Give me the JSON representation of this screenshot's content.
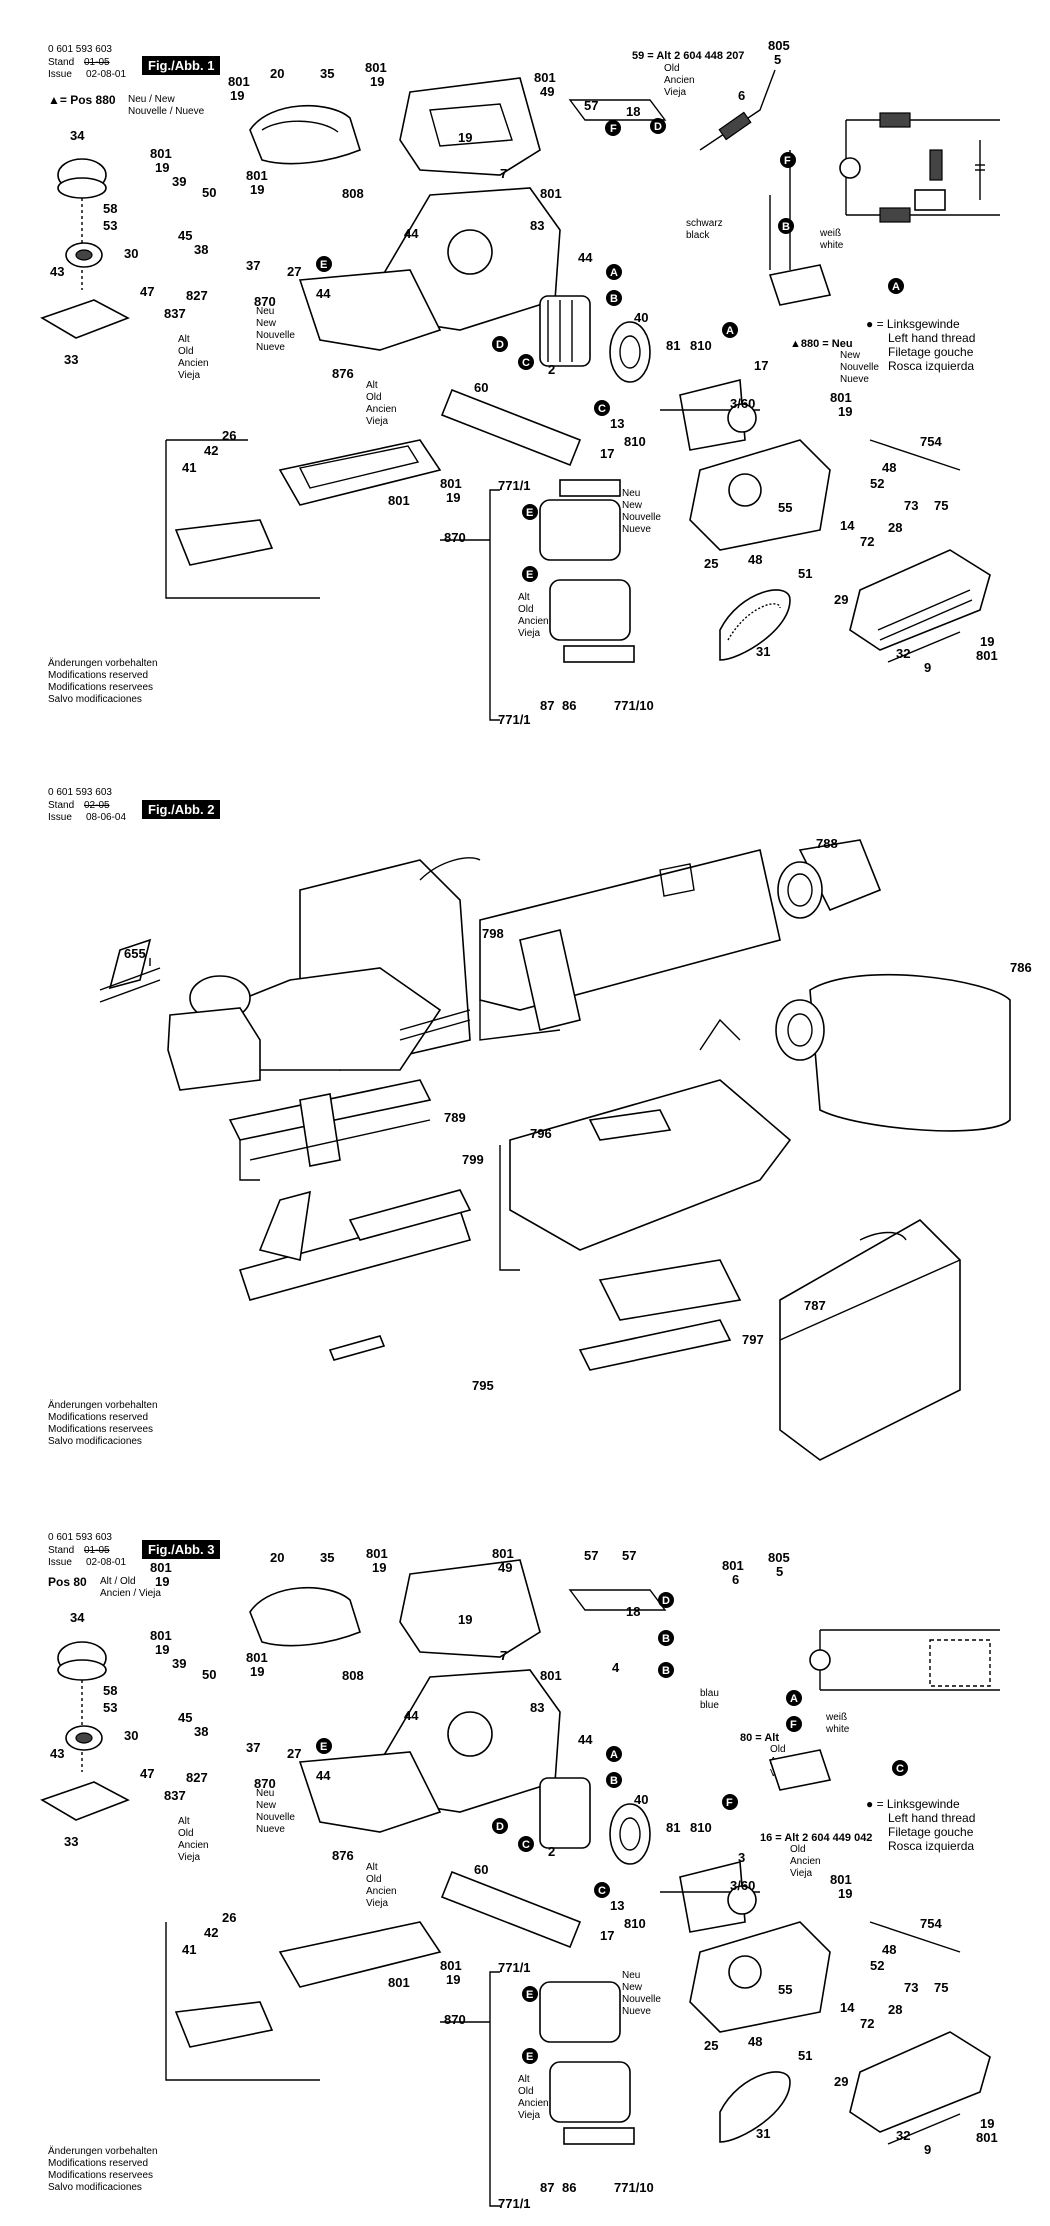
{
  "fig1": {
    "doc_number": "0 601 593 603",
    "stand_label": "Stand",
    "issue_label": "Issue",
    "stand_value": "01-05",
    "issue_value": "02-08-01",
    "title": "Fig./Abb. 1",
    "pos_note": "▲= Pos 880",
    "pos_note_sub1": "Neu / New",
    "pos_note_sub2": "Nouvelle / Nueve",
    "ref59": "59 = Alt 2 604 448 207",
    "ref59_sub": [
      "Old",
      "Ancien",
      "Vieja"
    ],
    "schwarz": "schwarz",
    "black": "black",
    "weiss": "weiß",
    "white": "white",
    "thread_notes": [
      "● = Linksgewinde",
      "Left hand thread",
      "Filetage gouche",
      "Rosca izquierda"
    ],
    "ref880": "▲880 = Neu",
    "ref880_sub": [
      "New",
      "Nouvelle",
      "Nueve"
    ],
    "neu_lines": [
      "Neu",
      "New",
      "Nouvelle",
      "Nueve"
    ],
    "alt_lines": [
      "Alt",
      "Old",
      "Ancien",
      "Vieja"
    ],
    "modifications": [
      "Änderungen vorbehalten",
      "Modifications reserved",
      "Modifications reservees",
      "Salvo modificaciones"
    ],
    "part_numbers": [
      "20",
      "35",
      "801",
      "19",
      "34",
      "801",
      "49",
      "805",
      "5",
      "57",
      "18",
      "6",
      "801",
      "19",
      "39",
      "50",
      "7",
      "801",
      "19",
      "58",
      "53",
      "30",
      "45",
      "38",
      "37",
      "27",
      "808",
      "44",
      "83",
      "43",
      "47",
      "827",
      "837",
      "870",
      "44",
      "801",
      "40",
      "2",
      "81",
      "810",
      "17",
      "3/60",
      "876",
      "801",
      "19",
      "26",
      "60",
      "13",
      "810",
      "17",
      "754",
      "42",
      "41",
      "48",
      "52",
      "801",
      "19",
      "771/1",
      "73",
      "75",
      "55",
      "14",
      "28",
      "870",
      "48",
      "51",
      "72",
      "29",
      "25",
      "32",
      "19",
      "801",
      "87",
      "86",
      "771/10",
      "771/1",
      "31",
      "9"
    ]
  },
  "fig2": {
    "doc_number": "0 601 593 603",
    "stand_label": "Stand",
    "issue_label": "Issue",
    "stand_value": "02-05",
    "issue_value": "08-06-04",
    "title": "Fig./Abb. 2",
    "part_numbers": [
      "788",
      "798",
      "655",
      "786",
      "789",
      "796",
      "799",
      "787",
      "797",
      "795"
    ],
    "modifications": [
      "Änderungen vorbehalten",
      "Modifications reserved",
      "Modifications reservees",
      "Salvo modificaciones"
    ]
  },
  "fig3": {
    "doc_number": "0 601 593 603",
    "stand_label": "Stand",
    "issue_label": "Issue",
    "stand_value": "01-05",
    "issue_value": "02-08-01",
    "title": "Fig./Abb. 3",
    "pos_note": "Pos 80",
    "pos_note_sub1": "Alt / Old",
    "pos_note_sub2": "Ancien / Vieja",
    "blau": "blau",
    "blue": "blue",
    "weiss": "weiß",
    "white": "white",
    "ref80": "80 = Alt",
    "ref80_sub": [
      "Old",
      "Ancien",
      "Vieja"
    ],
    "ref16": "16 = Alt  2 604 449 042",
    "ref16_sub": [
      "Old",
      "Ancien",
      "Vieja"
    ],
    "thread_notes": [
      "● = Linksgewinde",
      "Left hand thread",
      "Filetage gouche",
      "Rosca izquierda"
    ],
    "neu_lines": [
      "Neu",
      "New",
      "Nouvelle",
      "Nueve"
    ],
    "alt_lines": [
      "Alt",
      "Old",
      "Ancien",
      "Vieja"
    ],
    "modifications": [
      "Änderungen vorbehalten",
      "Modifications reserved",
      "Modifications reservees",
      "Salvo modificaciones"
    ]
  },
  "badges": [
    "A",
    "B",
    "C",
    "D",
    "E",
    "F"
  ],
  "colors": {
    "badge": "#000000",
    "line": "#000000",
    "paper": "#ffffff"
  }
}
